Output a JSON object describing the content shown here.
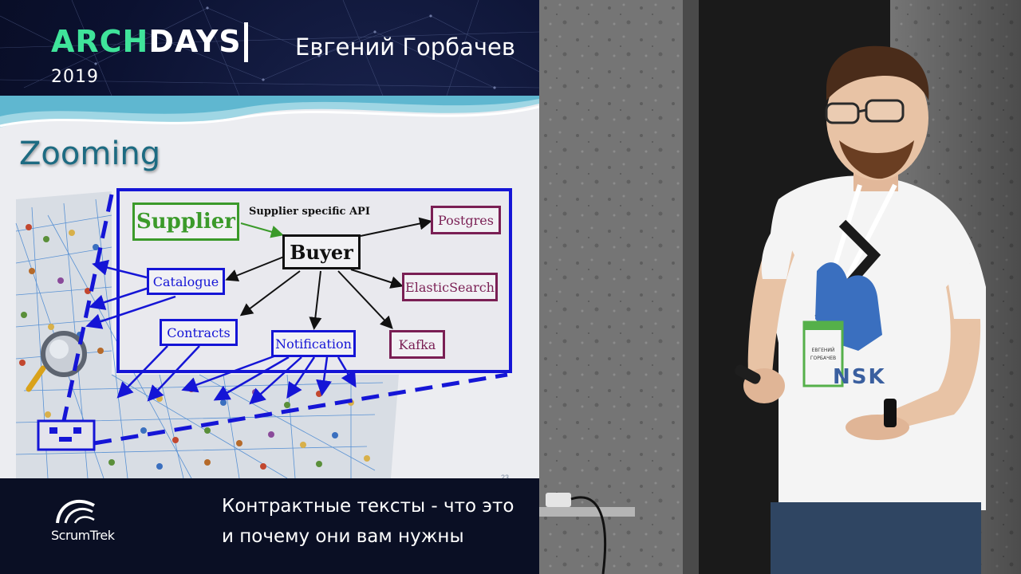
{
  "header": {
    "brand_primary": "ARCH",
    "brand_secondary": "DAYS",
    "year": "2019",
    "speaker": "Евгений Горбачев"
  },
  "slide": {
    "title": "Zooming",
    "page_number": "23",
    "api_label": "Supplier specific API",
    "nodes": {
      "supplier": "Supplier",
      "buyer": "Buyer",
      "postgres": "Postgres",
      "elasticsearch": "ElasticSearch",
      "kafka": "Kafka",
      "catalogue": "Catalogue",
      "contracts": "Contracts",
      "notification": "Notification"
    }
  },
  "talk": {
    "line1": "Контрактные тексты - что это",
    "line2": "и почему они вам нужны"
  },
  "logo": {
    "name": "ScrumTrek"
  },
  "badge": {
    "line1": "ЕВГЕНИЙ",
    "line2": "ГОРБАЧЕВ"
  },
  "shirt": {
    "text": "NSK"
  },
  "colors": {
    "accent_green": "#3fe39a",
    "slide_blue": "#1515d6",
    "supplier_green": "#3b9a2a",
    "storage_purple": "#7a1f54",
    "title_teal": "#1d6b82"
  }
}
